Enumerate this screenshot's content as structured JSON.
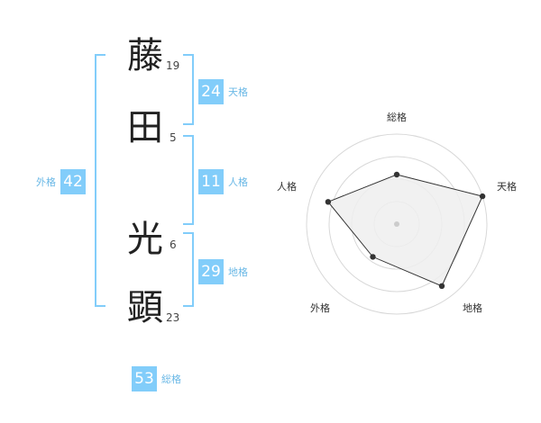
{
  "name": {
    "characters": [
      {
        "char": "藤",
        "strokes": "19"
      },
      {
        "char": "田",
        "strokes": "5"
      },
      {
        "char": "光",
        "strokes": "6"
      },
      {
        "char": "顕",
        "strokes": "23"
      }
    ]
  },
  "fortune": {
    "tenkaku": {
      "value": "24",
      "label": "天格"
    },
    "jinkaku": {
      "value": "11",
      "label": "人格"
    },
    "chikaku": {
      "value": "29",
      "label": "地格"
    },
    "gaikaku": {
      "value": "42",
      "label": "外格"
    },
    "soukaku": {
      "value": "53",
      "label": "総格"
    }
  },
  "colors": {
    "accent": "#82cdfa",
    "label": "#6ab8e6"
  },
  "chart_data": {
    "type": "radar",
    "axes": [
      "総格",
      "天格",
      "地格",
      "外格",
      "人格"
    ],
    "values": [
      0.55,
      1.0,
      0.85,
      0.45,
      0.8
    ],
    "range": [
      0,
      1
    ],
    "rings": 4
  }
}
